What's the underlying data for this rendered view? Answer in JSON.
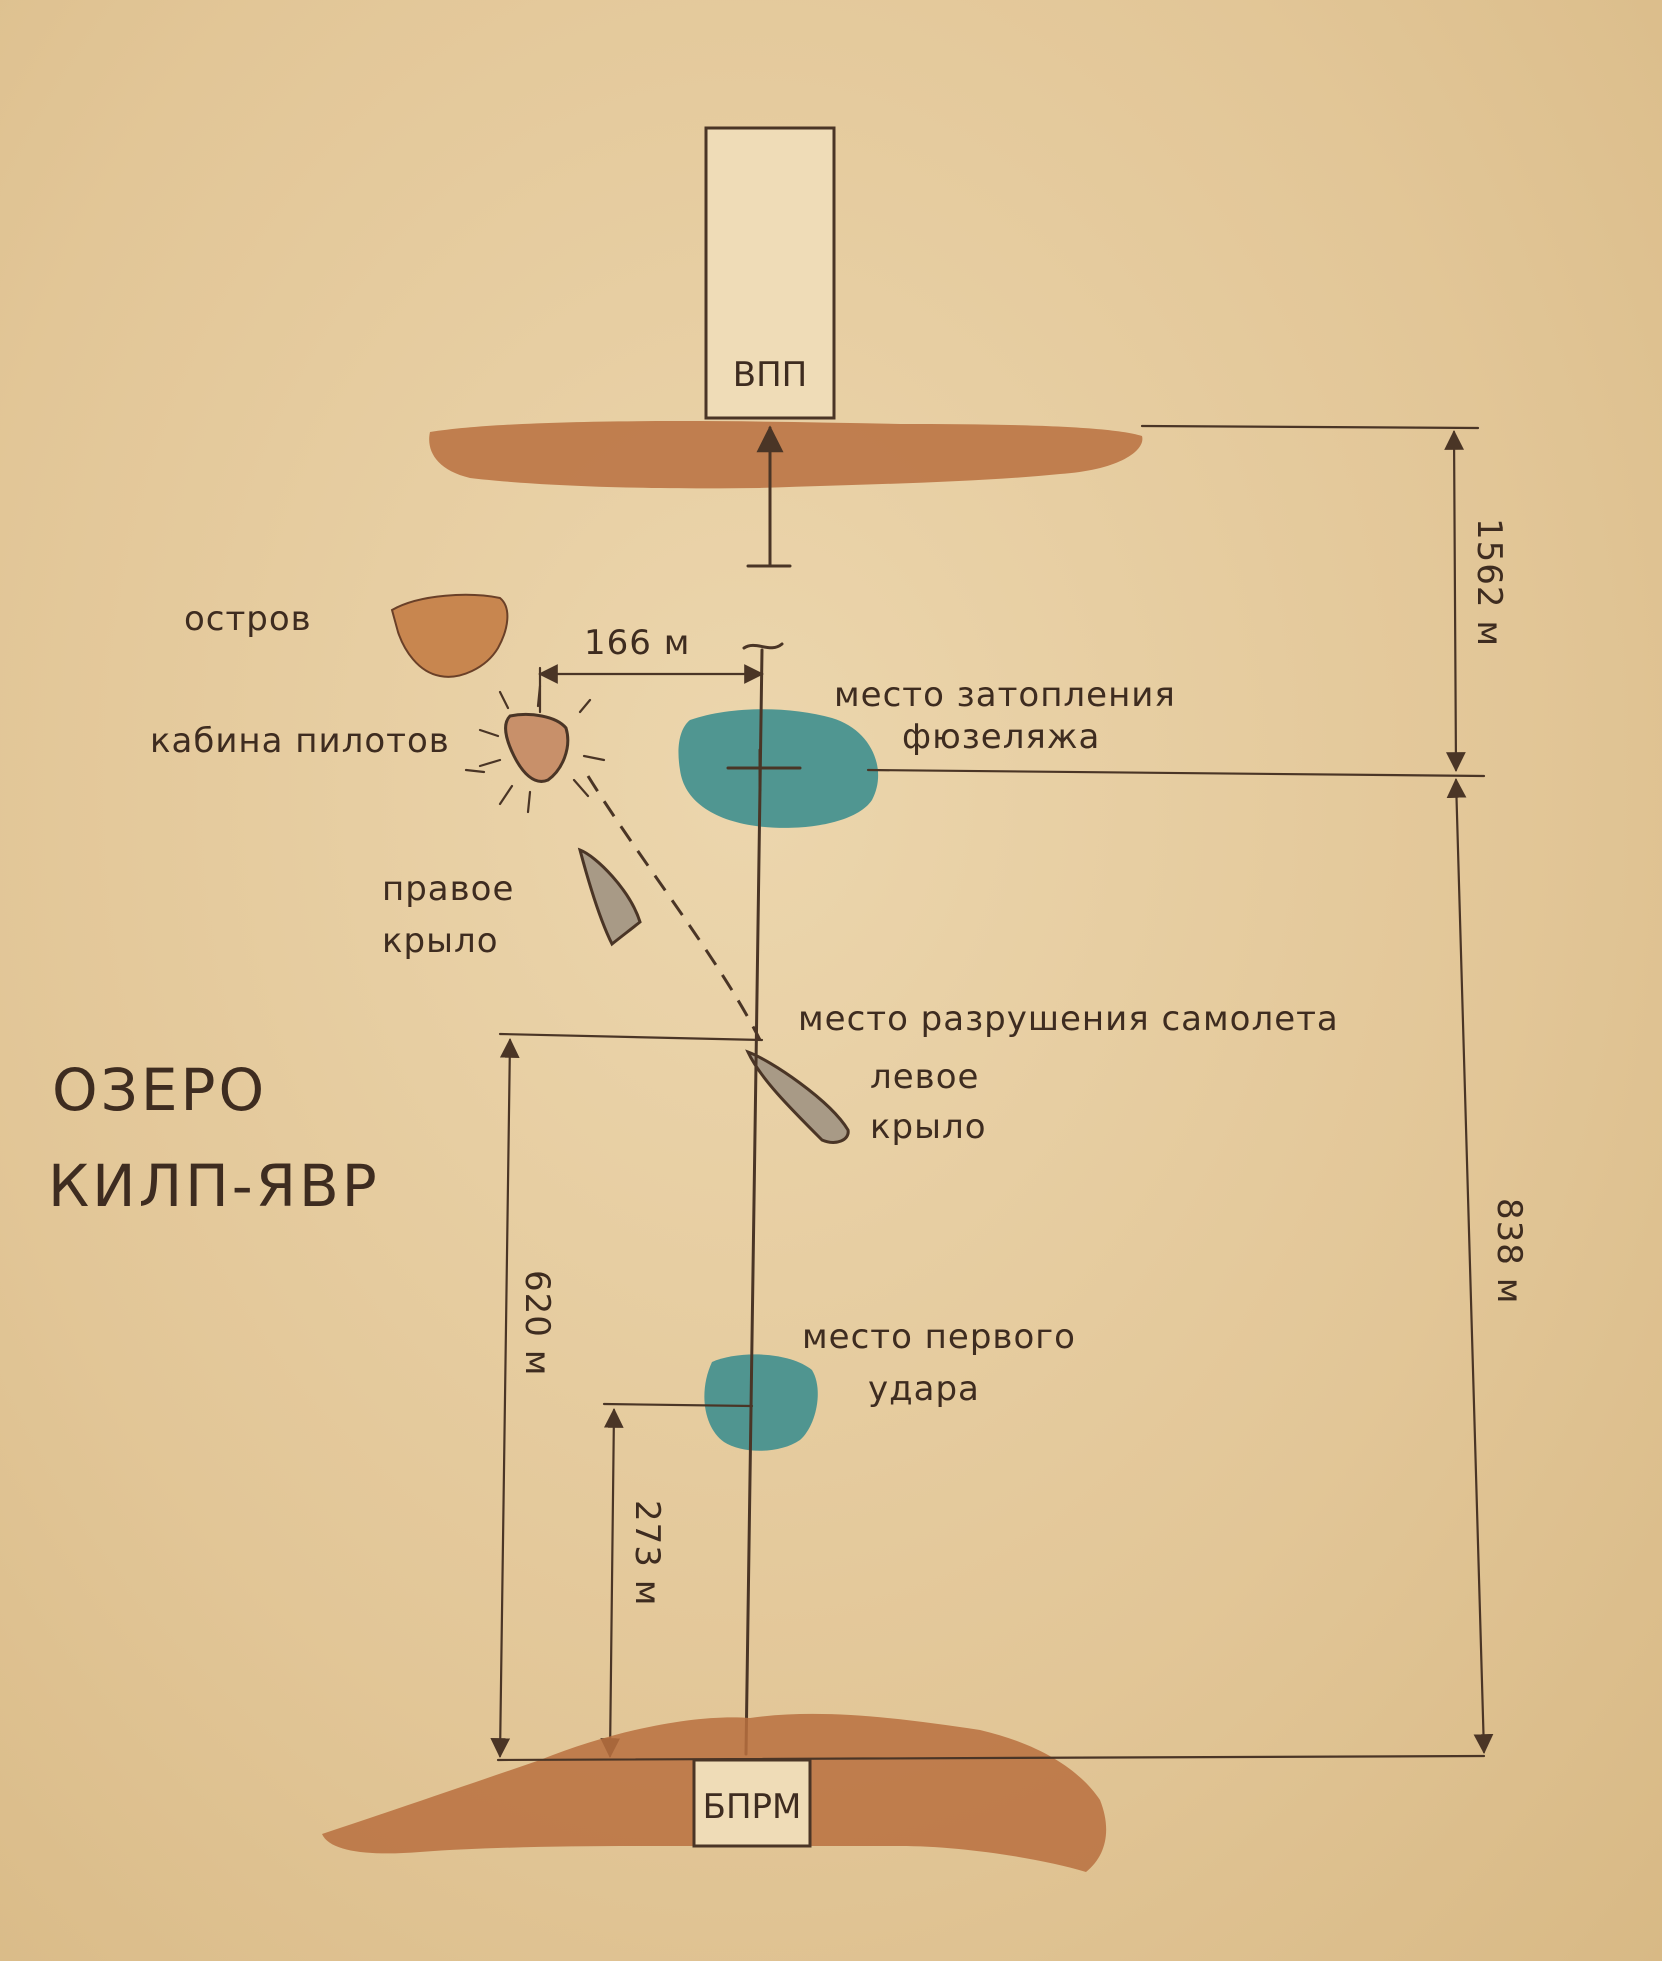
{
  "runway": {
    "label": "ВПП"
  },
  "beacon": {
    "label": "БПРМ"
  },
  "lake": {
    "line1": "ОЗЕРО",
    "line2": "КИЛП-ЯВР"
  },
  "labels": {
    "island": "остров",
    "cockpit": "кабина пилотов",
    "fuselage_1": "место затопления",
    "fuselage_2": "фюзеляжа",
    "right_wing_1": "правое",
    "right_wing_2": "крыло",
    "breakup": "место разрушения самолета",
    "left_wing_1": "левое",
    "left_wing_2": "крыло",
    "first_impact_1": "место первого",
    "first_impact_2": "удара"
  },
  "dimensions": {
    "cockpit_offset": "166 м",
    "fuselage_to_shore": "1562 м",
    "beacon_to_fuselage": "838 м",
    "beacon_to_breakup": "620 м",
    "beacon_to_impact": "273 м"
  },
  "colors": {
    "paper": "#e7cfa3",
    "ink": "#4a3526",
    "land": "#b8703f",
    "water": "#3f8f8e",
    "debris": "#c8906a",
    "wing": "#a89a86"
  }
}
